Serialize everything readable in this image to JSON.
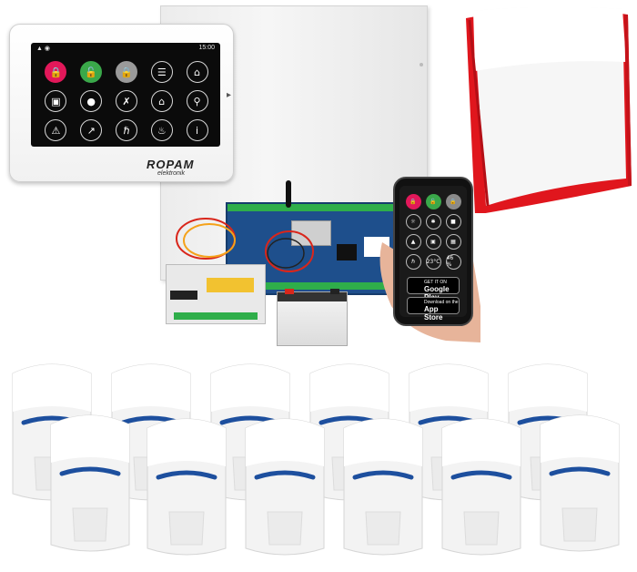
{
  "panel": {
    "time": "15:00",
    "brand": "ROPAM",
    "brand_sub": "elektronik",
    "icons": [
      "lock-red-icon",
      "unlock-green-icon",
      "lock-gray-icon",
      "list-icon",
      "home-icon",
      "camera-zone-icon",
      "users-icon",
      "tools-icon",
      "house-settings-icon",
      "search-doc-icon",
      "warning-icon",
      "ai-chart-icon",
      "thermometer-icon",
      "temperature-icon",
      "info-icon"
    ]
  },
  "phone": {
    "temp": "23°C",
    "humidity": "46 %",
    "google_small": "GET IT ON",
    "google_big": "Google Play",
    "apple_small": "Download on the",
    "apple_big": "App Store"
  },
  "colors": {
    "siren_red": "#e0161d",
    "board_blue": "#1e4f8c",
    "lock_red": "#e2185a",
    "lock_green": "#3aa84a"
  },
  "detector_count": 12
}
